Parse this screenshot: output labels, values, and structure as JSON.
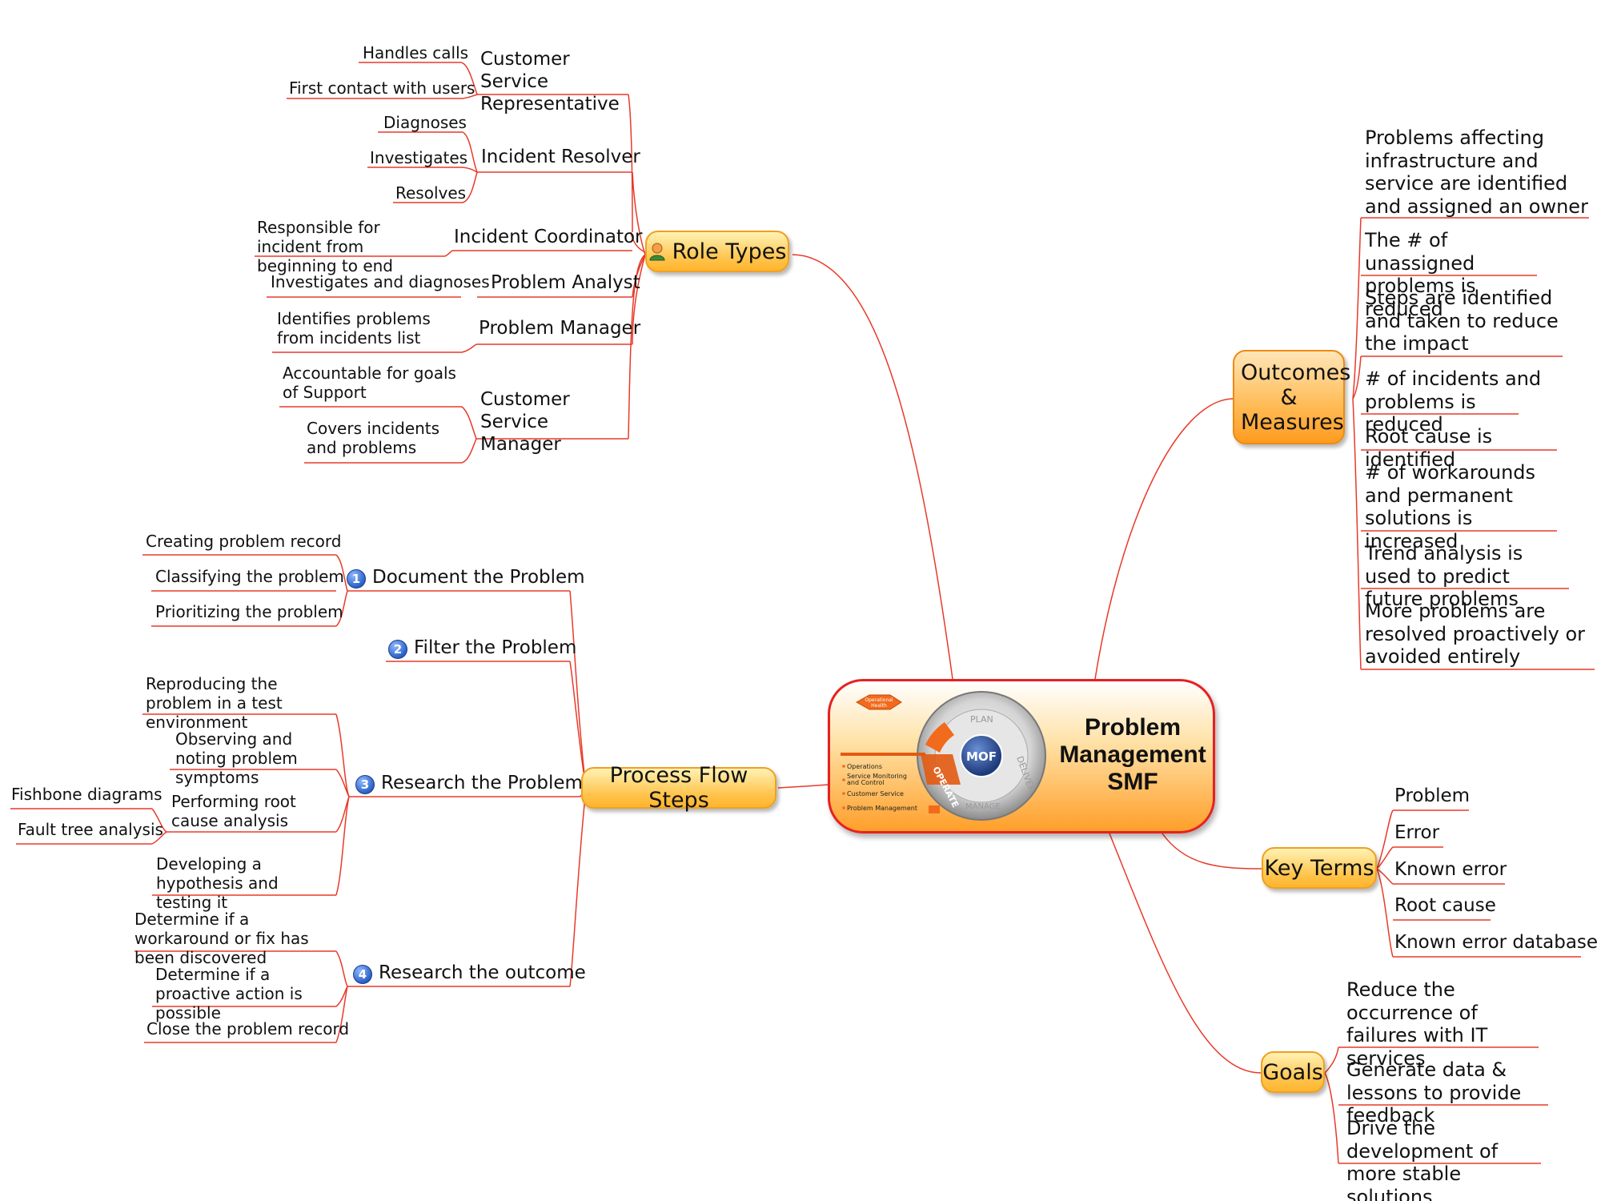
{
  "central": {
    "title": "Problem Management SMF",
    "logo": {
      "hub": "MOF",
      "ring": [
        "PLAN",
        "DELIVER",
        "MANAGE",
        "OPERATE"
      ],
      "badge": "Operational Health",
      "legend": [
        "Operations",
        "Service Monitoring and Control",
        "Customer Service",
        "Problem Management"
      ]
    }
  },
  "role_types": {
    "label": "Role Types",
    "icon": "person-icon",
    "roles": [
      {
        "name": "Customer Service Representative",
        "details": [
          "Handles calls",
          "First contact with users"
        ]
      },
      {
        "name": "Incident Resolver",
        "details": [
          "Diagnoses",
          "Investigates",
          "Resolves"
        ]
      },
      {
        "name": "Incident Coordinator",
        "details": [
          "Responsible for incident from beginning to end"
        ]
      },
      {
        "name": "Problem Analyst",
        "details": [
          "Investigates and diagnoses"
        ]
      },
      {
        "name": "Problem Manager",
        "details": [
          "Identifies problems from incidents list"
        ]
      },
      {
        "name": "Customer Service Manager",
        "details": [
          "Accountable for goals of Support",
          "Covers incidents and problems"
        ]
      }
    ]
  },
  "process_flow": {
    "label": "Process Flow Steps",
    "steps": [
      {
        "number": "1",
        "name": "Document the Problem",
        "details": [
          "Creating problem record",
          "Classifying the problem",
          "Prioritizing the problem"
        ]
      },
      {
        "number": "2",
        "name": "Filter the Problem",
        "details": []
      },
      {
        "number": "3",
        "name": "Research the Problem",
        "details": [
          "Reproducing the problem in a test environment",
          "Observing and noting problem symptoms",
          "Performing root cause analysis",
          "Developing a hypothesis and testing it"
        ],
        "root_cause_methods": [
          "Fishbone diagrams",
          "Fault tree analysis"
        ]
      },
      {
        "number": "4",
        "name": "Research the outcome",
        "details": [
          "Determine if a workaround or fix has been discovered",
          "Determine if a proactive action is possible",
          "Close the problem record"
        ]
      }
    ]
  },
  "outcomes": {
    "label": "Outcomes & Measures",
    "items": [
      "Problems affecting infrastructure and service are identified and assigned an owner",
      "The # of unassigned problems is reduced",
      "Steps are identified and taken to reduce the impact",
      "# of incidents and problems is reduced",
      "Root cause is identified",
      "# of workarounds and permanent solutions is increased",
      "Trend analysis is used to predict future problems",
      "More problems are resolved proactively or avoided entirely"
    ]
  },
  "key_terms": {
    "label": "Key Terms",
    "items": [
      "Problem",
      "Error",
      "Known error",
      "Root cause",
      "Known error database"
    ]
  },
  "goals": {
    "label": "Goals",
    "items": [
      "Reduce the occurrence of failures with IT services",
      "Generate data & lessons to provide feedback",
      "Drive the development of more stable solutions"
    ]
  },
  "colors": {
    "branch_line": "#e83a2a",
    "topic_fill": "#ffc34a",
    "topic_border": "#f0a020",
    "central_border": "#e82020",
    "step_badge": "#2b62c8"
  }
}
